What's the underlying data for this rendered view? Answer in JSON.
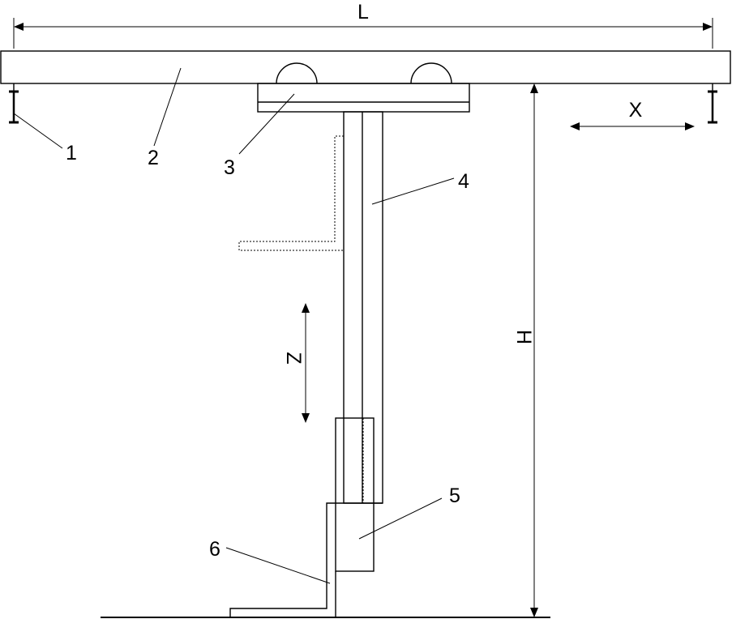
{
  "dimensions": {
    "span_label": "L",
    "height_label": "H",
    "horizontal_motion_label": "X",
    "vertical_motion_label": "Z"
  },
  "callouts": {
    "c1": "1",
    "c2": "2",
    "c3": "3",
    "c4": "4",
    "c5": "5",
    "c6": "6"
  },
  "colors": {
    "stroke": "#000000",
    "background": "#ffffff"
  }
}
